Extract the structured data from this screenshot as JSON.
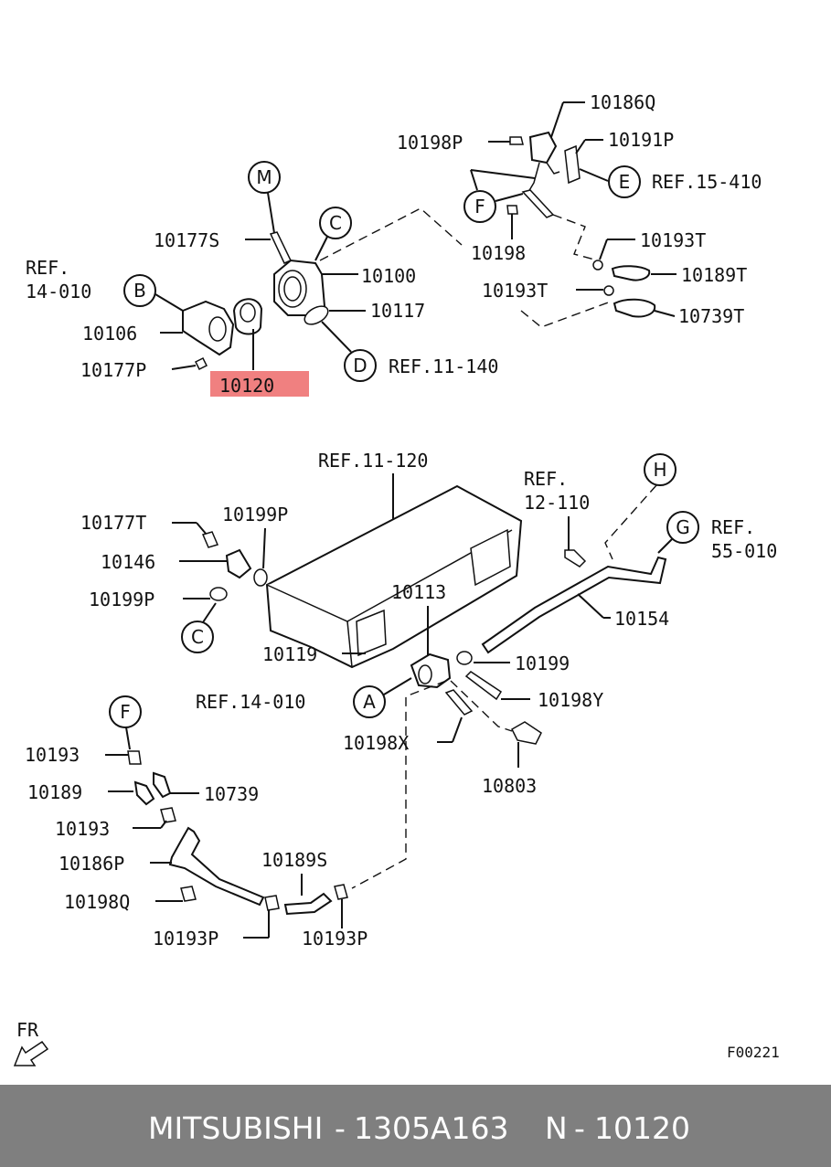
{
  "labels": {
    "l10186Q": "10186Q",
    "l10198P": "10198P",
    "l10191P": "10191P",
    "lRef15410": "REF.15-410",
    "l10198": "10198",
    "l10193T_a": "10193T",
    "l10189T": "10189T",
    "l10193T_b": "10193T",
    "l10739T": "10739T",
    "l10177S": "10177S",
    "l10100": "10100",
    "lRef14_010_top_a": "REF.",
    "lRef14_010_top_b": "14-010",
    "l10117": "10117",
    "l10106": "10106",
    "l10177P": "10177P",
    "lRef11140": "REF.11-140",
    "l10120": "10120",
    "lRef11120": "REF.11-120",
    "lRef12110_a": "REF.",
    "lRef12110_b": "12-110",
    "lRef55010_a": "REF.",
    "lRef55010_b": "55-010",
    "l10177T": "10177T",
    "l10199P_a": "10199P",
    "l10146": "10146",
    "l10199P_b": "10199P",
    "l10113": "10113",
    "l10154": "10154",
    "l10119": "10119",
    "l10199": "10199",
    "lRef14010_mid": "REF.14-010",
    "l10198Y": "10198Y",
    "l10198X": "10198X",
    "l10803": "10803",
    "l10193_a": "10193",
    "l10189": "10189",
    "l10739": "10739",
    "l10193_b": "10193",
    "l10186P": "10186P",
    "l10189S": "10189S",
    "l10198Q": "10198Q",
    "l10193P_a": "10193P",
    "l10193P_b": "10193P",
    "fr": "FR",
    "code": "F00221"
  },
  "callouts": {
    "M": "M",
    "C_top": "C",
    "B": "B",
    "D": "D",
    "F_top": "F",
    "E": "E",
    "H": "H",
    "G": "G",
    "C_mid": "C",
    "A": "A",
    "F_bottom": "F"
  },
  "highlighted_part": "10120",
  "footer": {
    "brand": "MITSUBISHI",
    "separator1": "-",
    "part_number": "1305A163",
    "ref_prefix": "N",
    "separator2": "-",
    "ref_number": "10120"
  },
  "colors": {
    "highlight": "#f08080",
    "footer_bg": "#7f7f7f",
    "footer_text": "#ffffff"
  }
}
